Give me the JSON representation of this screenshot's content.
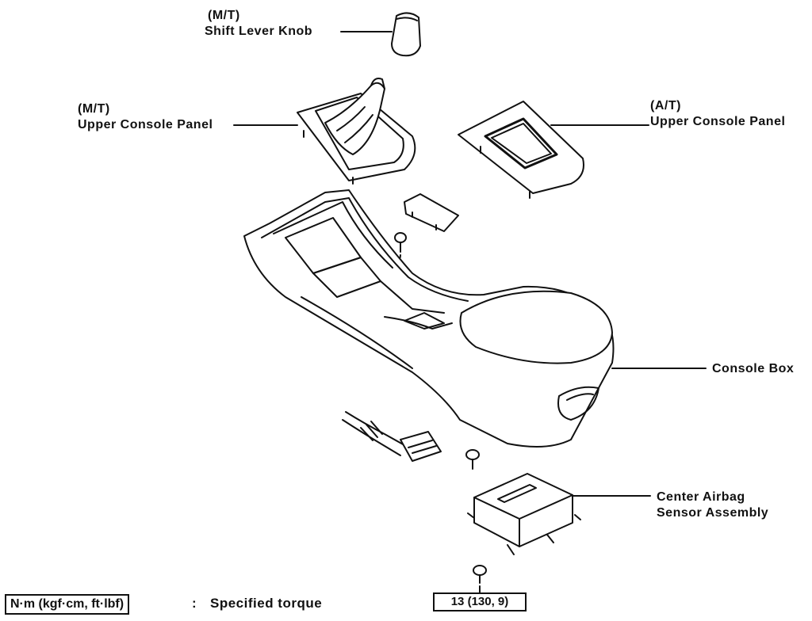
{
  "labels": {
    "knob": {
      "line1": "(M/T)",
      "line2": "Shift Lever Knob"
    },
    "mt_panel": {
      "line1": "(M/T)",
      "line2": "Upper Console Panel"
    },
    "at_panel": {
      "line1": "(A/T)",
      "line2": "Upper Console Panel"
    },
    "console_box": "Console Box",
    "airbag_sensor": {
      "line1": "Center Airbag",
      "line2": "Sensor Assembly"
    }
  },
  "legend": {
    "unit_box": "N·m (kgf·cm, ft·lbf)",
    "separator": ":",
    "text": "Specified torque"
  },
  "torque_value": "13 (130, 9)"
}
